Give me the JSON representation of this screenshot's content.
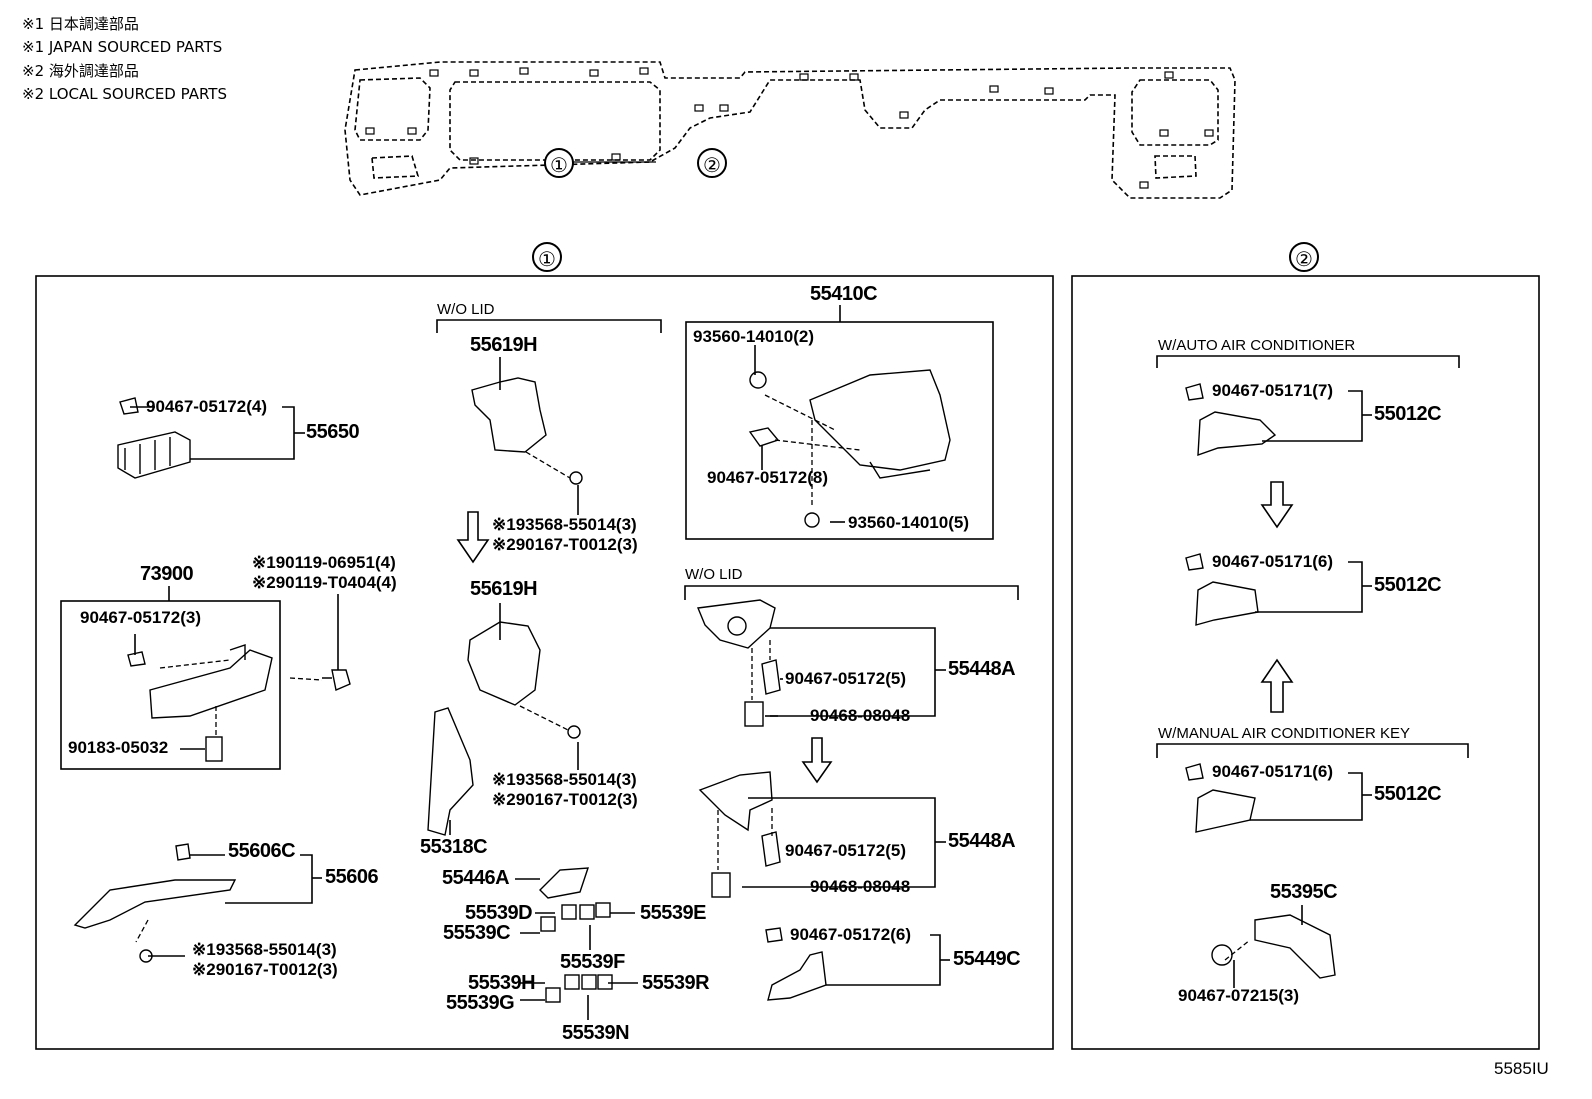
{
  "notes": [
    "※1 日本調達部品",
    "※1 JAPAN SOURCED PARTS",
    "※2 海外調達部品",
    "※2 LOCAL SOURCED PARTS"
  ],
  "circles": {
    "one": "①",
    "two": "②"
  },
  "section_headers": {
    "wo_lid_a": "W/O LID",
    "wo_lid_b": "W/O LID",
    "auto_ac": "W/AUTO AIR CONDITIONER",
    "manual_ac": "W/MANUAL AIR CONDITIONER KEY"
  },
  "labels": {
    "p55650": "55650",
    "p90467_05172_4": "90467-05172(4)",
    "p73900": "73900",
    "p90467_05172_3": "90467-05172(3)",
    "p90183": "90183-05032",
    "p190119": "※190119-06951(4)",
    "p290119": "※290119-T0404(4)",
    "p55606c": "55606C",
    "p55606": "55606",
    "p193568_a": "※193568-55014(3)",
    "p290167_a": "※290167-T0012(3)",
    "p55619h_a": "55619H",
    "p193568_b": "※193568-55014(3)",
    "p290167_b": "※290167-T0012(3)",
    "p55619h_b": "55619H",
    "p193568_c": "※193568-55014(3)",
    "p290167_c": "※290167-T0012(3)",
    "p55318c": "55318C",
    "p55446a": "55446A",
    "p55539d": "55539D",
    "p55539e": "55539E",
    "p55539c": "55539C",
    "p55539f": "55539F",
    "p55539h": "55539H",
    "p55539r": "55539R",
    "p55539g": "55539G",
    "p55539n": "55539N",
    "p55410c": "55410C",
    "p93560_2": "93560-14010(2)",
    "p90467_05172_8": "90467-05172(8)",
    "p93560_5": "93560-14010(5)",
    "p55448a_a": "55448A",
    "p90467_05172_5a": "90467-05172(5)",
    "p90468_a": "90468-08048",
    "p55448a_b": "55448A",
    "p90467_05172_5b": "90467-05172(5)",
    "p90468_b": "90468-08048",
    "p90467_05172_6": "90467-05172(6)",
    "p55449c": "55449C",
    "p90467_05171_7": "90467-05171(7)",
    "p55012c_a": "55012C",
    "p90467_05171_6a": "90467-05171(6)",
    "p55012c_b": "55012C",
    "p90467_05171_6b": "90467-05171(6)",
    "p55012c_c": "55012C",
    "p55395c": "55395C",
    "p90467_07215": "90467-07215(3)"
  },
  "footer_code": "5585IU"
}
